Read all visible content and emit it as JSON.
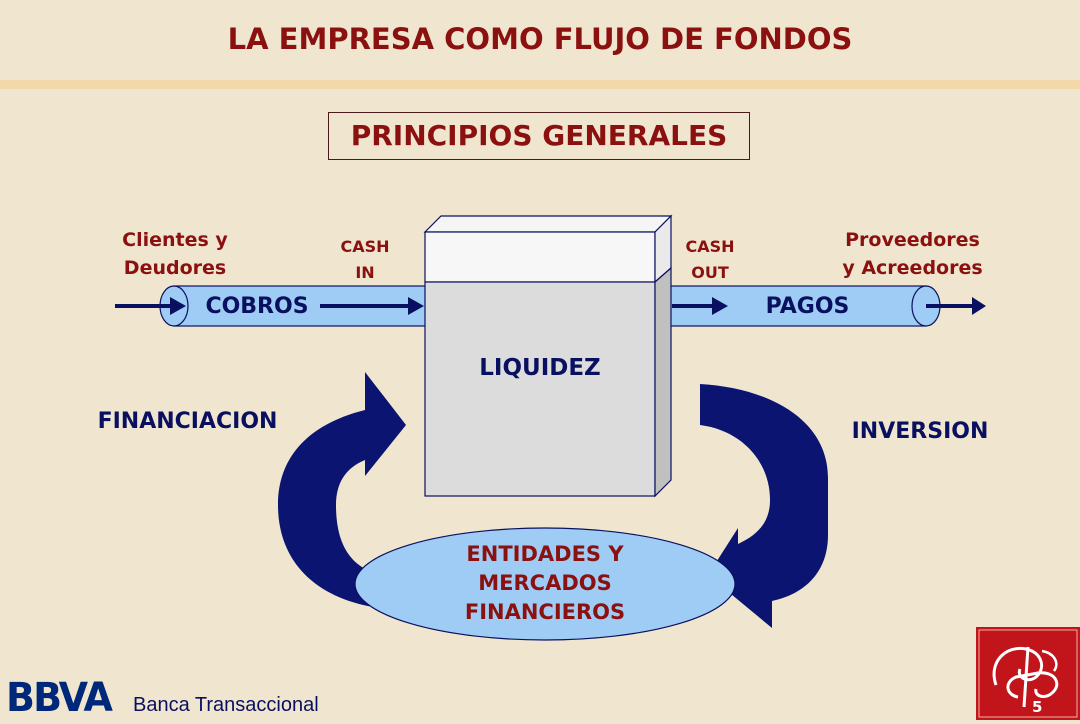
{
  "title": "LA EMPRESA COMO FLUJO DE FONDOS",
  "subtitle": "PRINCIPIOS GENERALES",
  "nodes": {
    "clientes_line1": "Clientes y",
    "clientes_line2": "Deudores",
    "cash_in_line1": "CASH",
    "cash_in_line2": "IN",
    "cash_out_line1": "CASH",
    "cash_out_line2": "OUT",
    "proveedores_line1": "Proveedores",
    "proveedores_line2": "y Acreedores",
    "cobros": "COBROS",
    "pagos": "PAGOS",
    "liquidez": "LIQUIDEZ",
    "financiacion": "FINANCIACION",
    "inversion": "INVERSION",
    "entidades_line1": "ENTIDADES Y",
    "entidades_line2": "MERCADOS",
    "entidades_line3": "FINANCIEROS"
  },
  "footer": {
    "logo_text": "BBVA",
    "caption": "Banca Transaccional",
    "page_number": "5"
  },
  "colors": {
    "title": "#8b1010",
    "pipe": "#9fccf4",
    "navy": "#0a1060",
    "box": "#dcdcdc",
    "background": "#f0e6cf",
    "seal": "#c2151b"
  }
}
